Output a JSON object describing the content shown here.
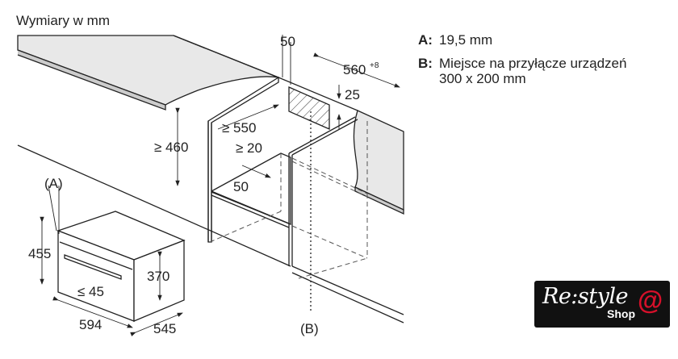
{
  "title": "Wymiary w mm",
  "legend": [
    {
      "key": "A:",
      "text": "19,5 mm"
    },
    {
      "key": "B:",
      "text": "Miejsce na przyłącze urządzeń\n300 x 200 mm"
    }
  ],
  "dimensions": {
    "top_gap": "50",
    "niche_width": "560",
    "niche_width_tolerance": "+8",
    "vent_height": "25",
    "niche_depth": "≥ 550",
    "niche_height": "≥ 460",
    "side_clearance": "≥ 20",
    "shelf_gap": "50",
    "label_a": "(A)",
    "label_b": "(B)",
    "oven_height": "455",
    "oven_body_height": "370",
    "handle_depth": "≤ 45",
    "oven_width": "594",
    "oven_depth": "545"
  },
  "logo": {
    "brand": "Re:style",
    "sub": "Shop",
    "symbol": "@",
    "accent_color": "#d6102a"
  }
}
